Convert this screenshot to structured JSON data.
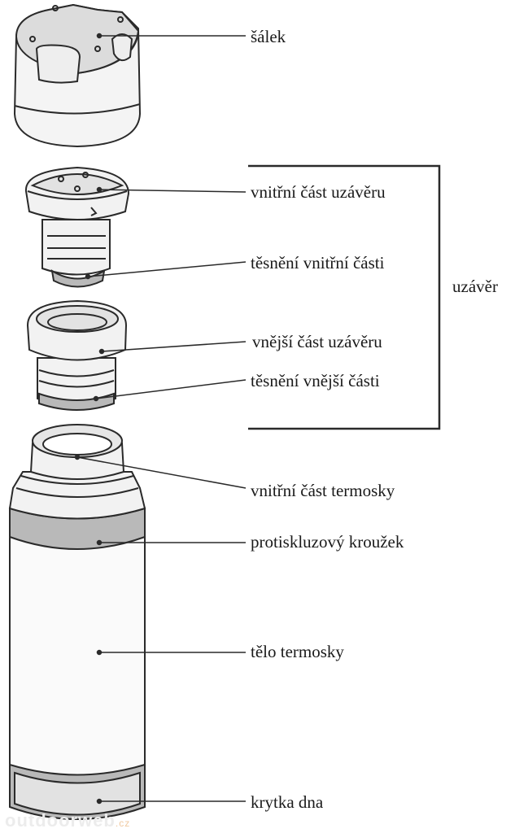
{
  "labels": {
    "cup": "šálek",
    "inner_lid": "vnitřní část uzávěru",
    "inner_seal": "těsnění vnitřní části",
    "outer_lid": "vnější část uzávěru",
    "outer_seal": "těsnění vnější části",
    "lid_group": "uzávěr",
    "inner_flask": "vnitřní část termosky",
    "grip_ring": "protiskluzový kroužek",
    "body": "tělo termosky",
    "bottom_cap": "krytka dna"
  },
  "watermark": {
    "main": "outdoorweb",
    "suffix": ".cz"
  },
  "colors": {
    "stroke": "#2a2a2a",
    "fill_light": "#ececec",
    "fill_grey": "#b9b9b9",
    "text": "#1a1a1a"
  }
}
